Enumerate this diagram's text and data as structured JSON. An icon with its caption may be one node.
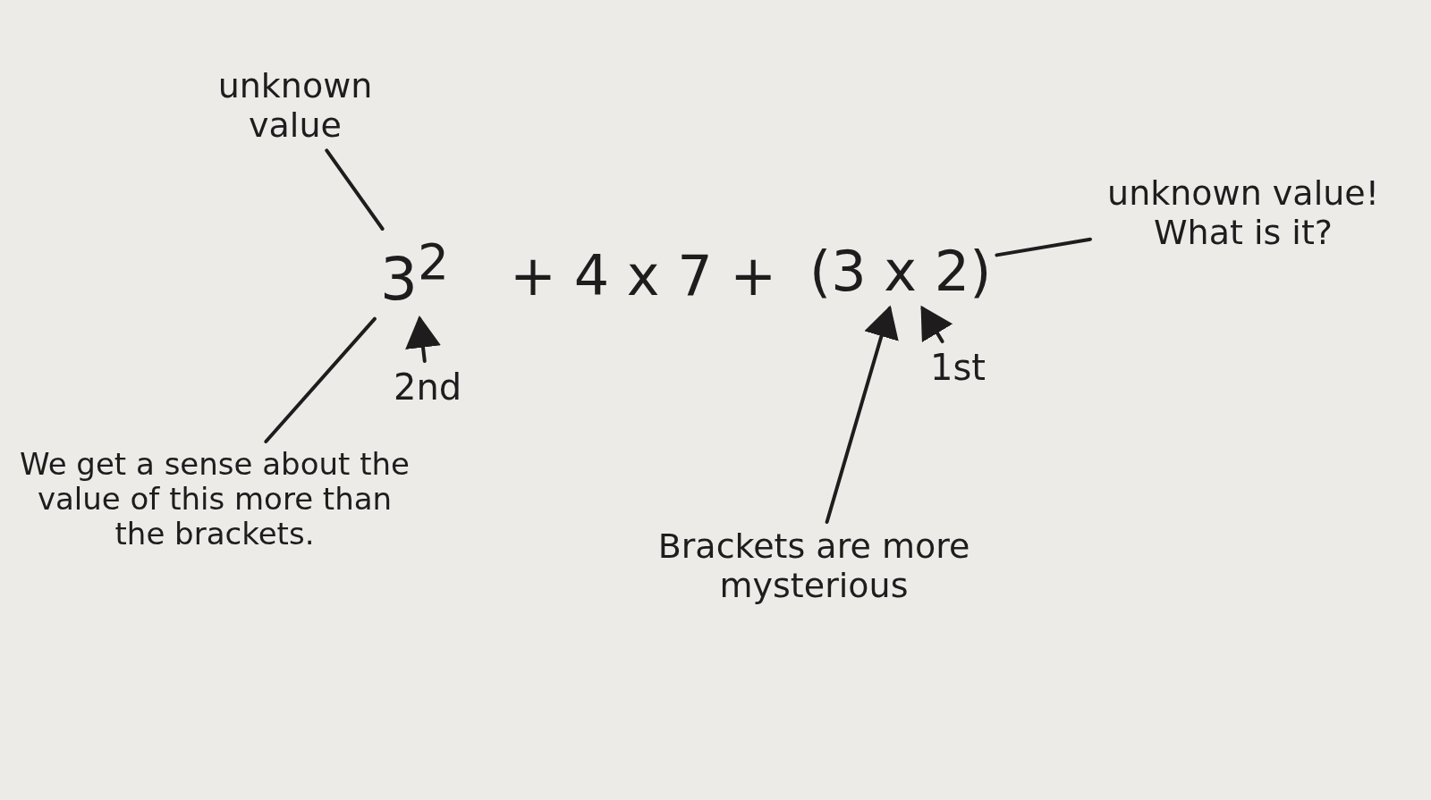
{
  "diagram": {
    "nodes": [
      {
        "text": [
          "unknown value"
        ]
      },
      {
        "text": [
          "3$^{2}$"
        ]
      },
      {
        "text": [
          "(3 x 2)"
        ]
      },
      {
        "text": [
          "unknown value! What is it?"
        ]
      },
      {
        "text": [
          "2nd"
        ]
      },
      {
        "text": [
          "1st"
        ]
      },
      {
        "text": [
          "We get a sense about the value of this more than the brackets."
        ]
      },
      {
        "text": [
          "Brackets are more mysterious"
        ]
      }
    ],
    "edges": [
      {
        "from": 0,
        "to": 1,
        "arrow": "none"
      },
      {
        "from": 6,
        "to": 1,
        "arrow": "none"
      },
      {
        "from": 4,
        "to": 1,
        "arrow": "to"
      },
      {
        "from": 5,
        "to": 2,
        "arrow": "to"
      },
      {
        "from": 3,
        "to": 2,
        "arrow": "none"
      },
      {
        "from": 7,
        "to": 2,
        "arrow": "to"
      }
    ],
    "labels": [
      "+ 4 x 7 +"
    ]
  }
}
